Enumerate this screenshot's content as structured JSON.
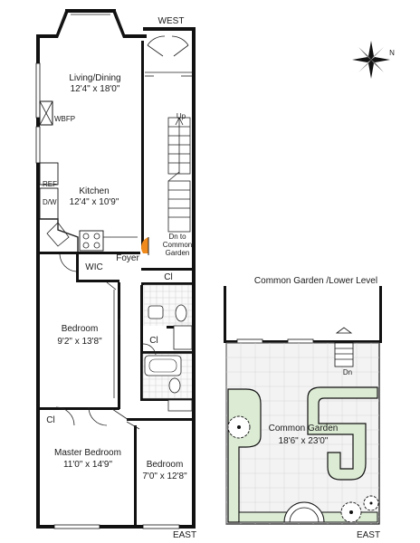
{
  "directions": {
    "west_main": "WEST",
    "east_main": "EAST",
    "east_garden": "EAST",
    "compass_north": "N"
  },
  "rooms": {
    "living": {
      "name": "Living/Dining",
      "dims": "12'4\" x 18'0\""
    },
    "kitchen": {
      "name": "Kitchen",
      "dims": "12'4\" x 10'9\""
    },
    "bedroom": {
      "name": "Bedroom",
      "dims": "9'2\" x 13'8\""
    },
    "master": {
      "name": "Master Bedroom",
      "dims": "11'0\" x 14'9\""
    },
    "bedroom2": {
      "name": "Bedroom",
      "dims": "7'0\" x 12'8\""
    },
    "garden": {
      "name": "Common Garden",
      "dims": "18'6\" x 23'0\""
    }
  },
  "labels": {
    "wbfp": "WBFP",
    "ref": "REF",
    "dw": "D/W",
    "wic": "WIC",
    "foyer": "Foyer",
    "cl_top": "Cl",
    "cl_mid": "Cl",
    "cl_left": "Cl",
    "stair_up": "Up",
    "stair_dn_line1": "Dn to",
    "stair_dn_line2": "Common",
    "stair_dn_line3": "Garden",
    "garden_dn": "Dn",
    "garden_title": "Common Garden /Lower Level"
  },
  "colors": {
    "wall": "#111111",
    "tile": "#cfcfcf",
    "garden_paving": "#f3f3f3",
    "garden_green": "#dcebd4",
    "entry_marker": "#f08a1c"
  }
}
